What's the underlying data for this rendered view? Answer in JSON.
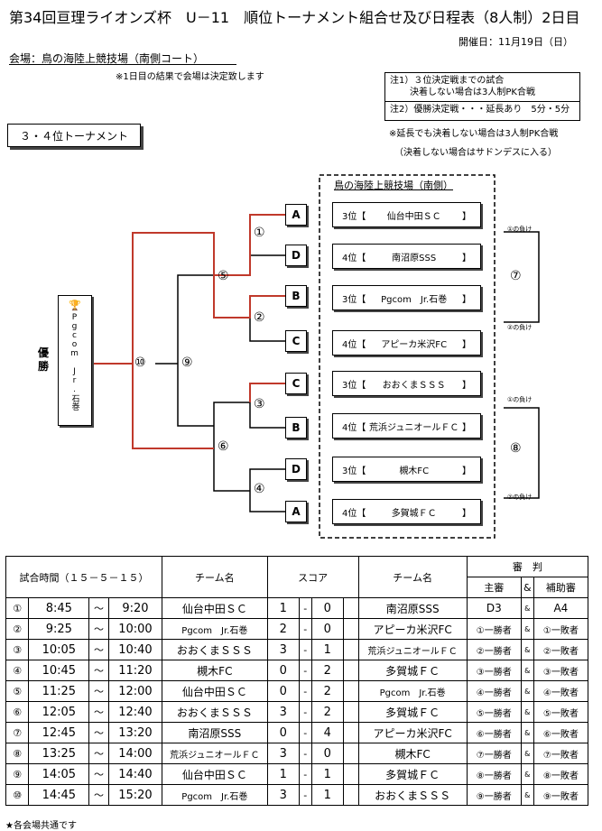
{
  "header": {
    "title": "第34回亘理ライオンズ杯　U－11　順位トーナメント組合せ及び日程表（8人制）2日目",
    "date": "開催日：11月19日（日）",
    "venue": "会場：鳥の海陸上競技場（南側コート）",
    "note": "※1日目の結果で会場は決定致します"
  },
  "notes": {
    "n1_line1": "注1）３位決定戦までの試合",
    "n1_line2": "決着しない場合は3人制PK合戦",
    "n2": "注2）優勝決定戦・・・延長あり　5分・5分",
    "n3_line1": "※延長でも決着しない場合は3人制PK合戦",
    "n3_line2": "（決着しない場合はサドンデスに入る）"
  },
  "bracket": {
    "label": "３・４位トーナメント",
    "venue_label": "鳥の海陸上競技場（南側）",
    "champion_label": "優勝",
    "champion_name": "Pgcom Jr.石巻",
    "seeds": [
      "A",
      "D",
      "B",
      "C",
      "C",
      "B",
      "D",
      "A"
    ],
    "teams": [
      {
        "rank": "3位【",
        "name": "仙台中田ＳＣ",
        "close": "】"
      },
      {
        "rank": "4位【",
        "name": "南沼原SSS",
        "close": "】"
      },
      {
        "rank": "3位【",
        "name": "Pgcom　Jr.石巻",
        "close": "】"
      },
      {
        "rank": "4位【",
        "name": "アピーカ米沢FC",
        "close": "】"
      },
      {
        "rank": "3位【",
        "name": "おおくまＳＳＳ",
        "close": "】"
      },
      {
        "rank": "4位【",
        "name": "荒浜ジュニオールＦＣ",
        "close": "】"
      },
      {
        "rank": "3位【",
        "name": "槻木FC",
        "close": "】"
      },
      {
        "rank": "4位【",
        "name": "多賀城ＦＣ",
        "close": "】"
      }
    ],
    "match_nums": [
      "①",
      "②",
      "③",
      "④",
      "⑤",
      "⑥",
      "⑦",
      "⑧",
      "⑨",
      "⑩"
    ],
    "loser1": "①の負け",
    "loser2": "②の負け",
    "loser3": "①の負け",
    "loser4": "②の負け"
  },
  "schedule": {
    "headers": {
      "time": "試合時間（１５－５－１５）",
      "team": "チーム名",
      "score": "スコア",
      "referee": "審　判",
      "main_ref": "主審",
      "amp": "&",
      "assist": "補助審"
    },
    "rows": [
      {
        "no": "①",
        "start": "8:45",
        "sep": "～",
        "end": "9:20",
        "home": "仙台中田ＳＣ",
        "hs": "1",
        "dash": "-",
        "as": "0",
        "away": "南沼原SSS",
        "ref1": "D3",
        "amp": "&",
        "ref2": "A4"
      },
      {
        "no": "②",
        "start": "9:25",
        "sep": "～",
        "end": "10:00",
        "home": "Pgcom　Jr.石巻",
        "hs": "2",
        "dash": "-",
        "as": "0",
        "away": "アピーカ米沢FC",
        "ref1": "①一勝者",
        "amp": "&",
        "ref2": "①一敗者"
      },
      {
        "no": "③",
        "start": "10:05",
        "sep": "～",
        "end": "10:40",
        "home": "おおくまＳＳＳ",
        "hs": "3",
        "dash": "-",
        "as": "1",
        "away": "荒浜ジュニオールＦＣ",
        "ref1": "②一勝者",
        "amp": "&",
        "ref2": "②一敗者"
      },
      {
        "no": "④",
        "start": "10:45",
        "sep": "～",
        "end": "11:20",
        "home": "槻木FC",
        "hs": "0",
        "dash": "-",
        "as": "2",
        "away": "多賀城ＦＣ",
        "ref1": "③一勝者",
        "amp": "&",
        "ref2": "③一敗者"
      },
      {
        "no": "⑤",
        "start": "11:25",
        "sep": "～",
        "end": "12:00",
        "home": "仙台中田ＳＣ",
        "hs": "0",
        "dash": "-",
        "as": "2",
        "away": "Pgcom　Jr.石巻",
        "ref1": "④一勝者",
        "amp": "&",
        "ref2": "④一敗者"
      },
      {
        "no": "⑥",
        "start": "12:05",
        "sep": "～",
        "end": "12:40",
        "home": "おおくまＳＳＳ",
        "hs": "3",
        "dash": "-",
        "as": "2",
        "away": "多賀城ＦＣ",
        "ref1": "⑤一勝者",
        "amp": "&",
        "ref2": "⑤一敗者"
      },
      {
        "no": "⑦",
        "start": "12:45",
        "sep": "～",
        "end": "13:20",
        "home": "南沼原SSS",
        "hs": "0",
        "dash": "-",
        "as": "4",
        "away": "アピーカ米沢FC",
        "ref1": "⑥一勝者",
        "amp": "&",
        "ref2": "⑥一敗者"
      },
      {
        "no": "⑧",
        "start": "13:25",
        "sep": "～",
        "end": "14:00",
        "home": "荒浜ジュニオールＦＣ",
        "hs": "3",
        "dash": "-",
        "as": "0",
        "away": "槻木FC",
        "ref1": "⑦一勝者",
        "amp": "&",
        "ref2": "⑦一敗者"
      },
      {
        "no": "⑨",
        "start": "14:05",
        "sep": "～",
        "end": "14:40",
        "home": "仙台中田ＳＣ",
        "hs": "1",
        "dash": "-",
        "as": "1",
        "away": "多賀城ＦＣ",
        "ref1": "⑧一勝者",
        "amp": "&",
        "ref2": "⑧一敗者"
      },
      {
        "no": "⑩",
        "start": "14:45",
        "sep": "～",
        "end": "15:20",
        "home": "Pgcom　Jr.石巻",
        "hs": "3",
        "dash": "-",
        "as": "1",
        "away": "おおくまＳＳＳ",
        "ref1": "⑨一勝者",
        "amp": "&",
        "ref2": "⑨一敗者"
      }
    ]
  },
  "footer": "★各会場共通です",
  "colors": {
    "winner_line": "#c0392b",
    "line": "#000000"
  }
}
